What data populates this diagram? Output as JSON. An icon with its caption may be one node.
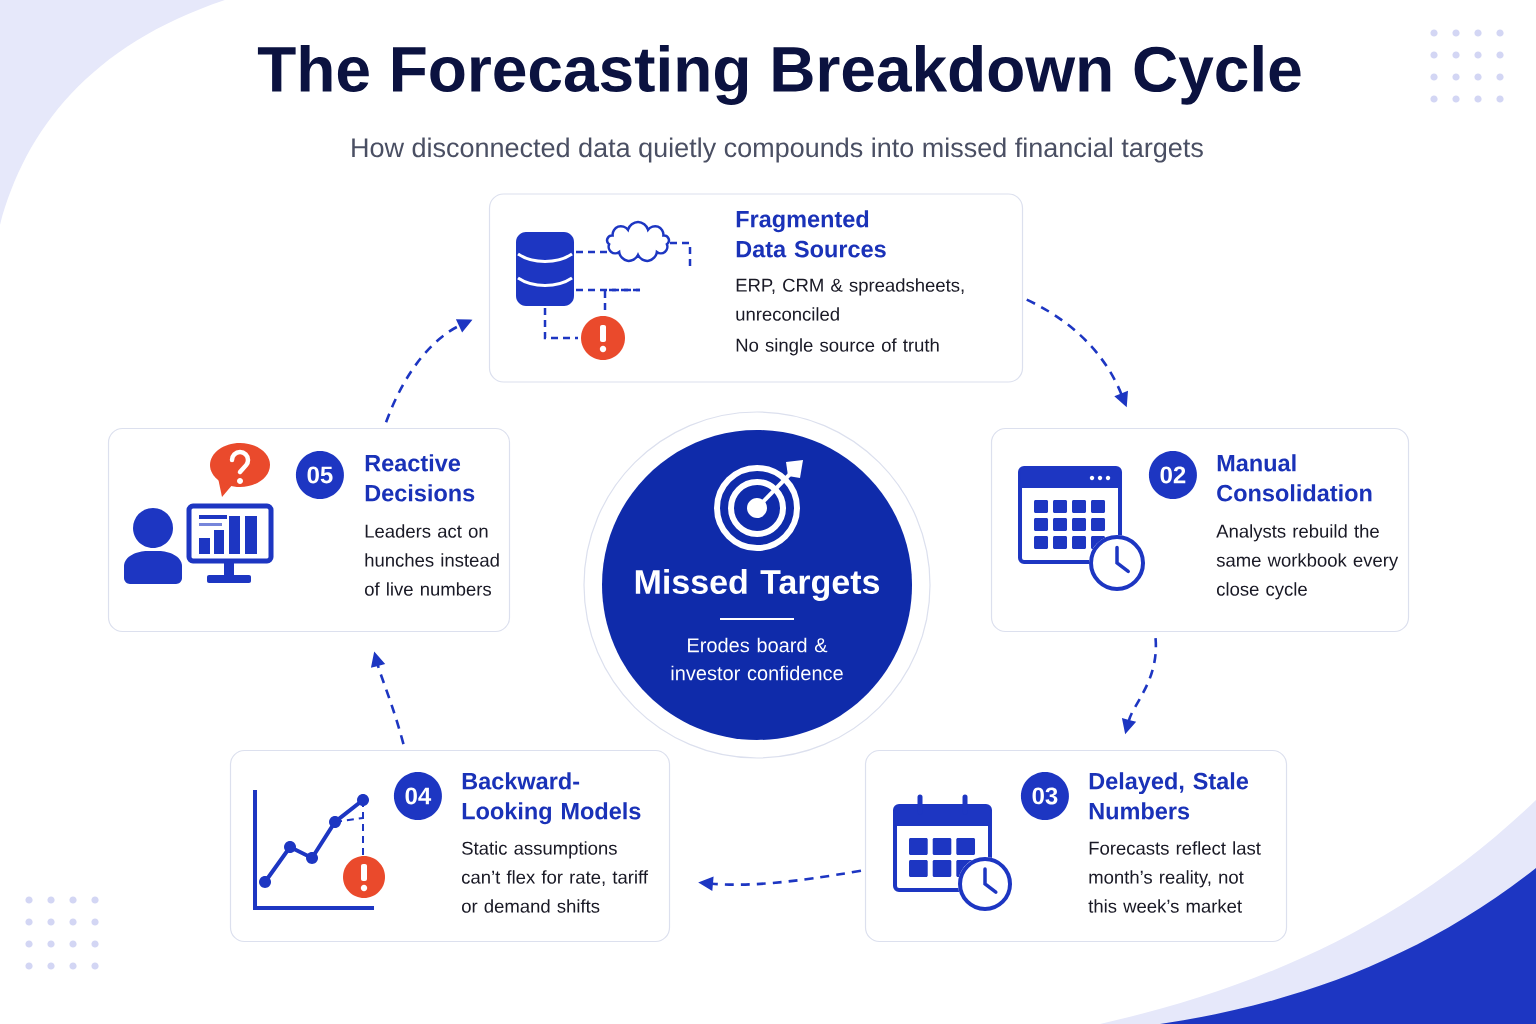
{
  "diagram": {
    "title": "The Forecasting Breakdown Cycle",
    "nodes": [
      {
        "text": [
          "Fragmented Data Sources",
          "ERP, CRM & spreadsheets, unreconciled",
          "No single source of truth"
        ]
      },
      {
        "text": [
          "Manual Consolidation",
          "Analysts rebuild the same workbook every close cycle"
        ]
      },
      {
        "text": [
          "02"
        ],
        "in": 1
      },
      {
        "text": [
          "Delayed, Stale Numbers",
          "Forecasts reflect last month’s reality, not this week’s market"
        ]
      },
      {
        "text": [
          "03"
        ],
        "in": 3
      },
      {
        "text": [
          "Backward-Looking Models",
          "Static assumptions can’t flex for rate, tariff or demand shifts"
        ]
      },
      {
        "text": [
          "04"
        ],
        "in": 5
      },
      {
        "text": [
          "Reactive Decisions",
          "Leaders act on hunches instead of live numbers"
        ]
      },
      {
        "text": [
          "05"
        ],
        "in": 7
      },
      {
        "text": [
          "Missed Targets",
          "Erodes board & investor confidence"
        ]
      }
    ],
    "edges": [
      {
        "from": 0,
        "to": 1,
        "arrow": "to",
        "style": "dashed"
      },
      {
        "from": 1,
        "to": 3,
        "arrow": "to",
        "style": "dashed"
      },
      {
        "from": 3,
        "to": 5,
        "arrow": "to",
        "style": "dashed"
      },
      {
        "from": 5,
        "to": 7,
        "arrow": "to",
        "style": "dashed"
      },
      {
        "from": 7,
        "to": 0,
        "arrow": "to",
        "style": "dashed"
      }
    ],
    "labels": [
      "How disconnected data quietly compounds into missed financial targets"
    ]
  }
}
